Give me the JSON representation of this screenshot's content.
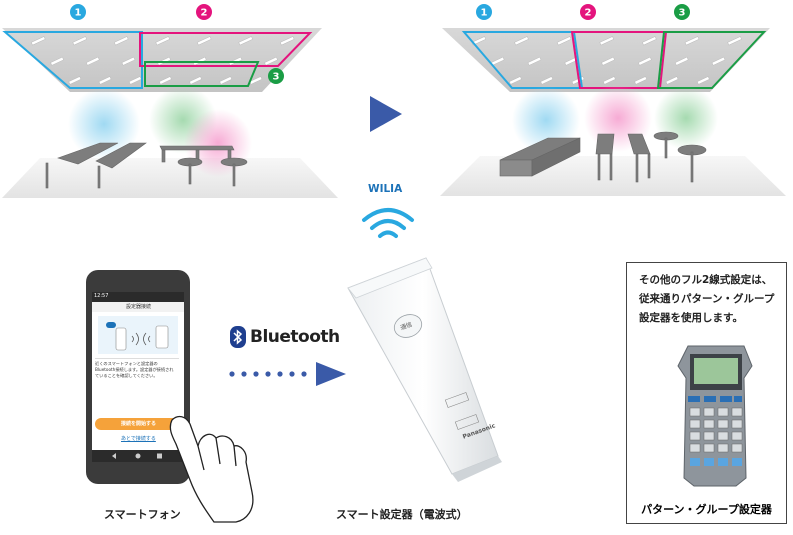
{
  "zones_left": [
    "1",
    "2",
    "3"
  ],
  "zones_right": [
    "1",
    "2",
    "3"
  ],
  "colors": {
    "zone1": "#29a8e0",
    "zone2": "#e4147d",
    "zone3": "#1a9d45",
    "arrow": "#3a5aa8",
    "wilia": "#1c72b8"
  },
  "wireless_label": "WILIA",
  "bluetooth_label": "Bluetooth",
  "captions": {
    "smartphone": "スマートフォン",
    "smart_setter": "スマート設定器（電波式）",
    "pattern_setter": "パターン・グループ設定器"
  },
  "note_lines": [
    "その他のフル2線式設定は、",
    "従来通りパターン・グループ",
    "設定器を使用します。"
  ],
  "phone_screen": {
    "time": "12:57",
    "header": "設定器接続",
    "body_text": "近くのスマートフォンと設定器のBluetooth接続します。設定器が接続されていることを確認してください。",
    "connect_button": "接続を開始する",
    "cancel_link": "あとで接続する"
  },
  "device": {
    "button_label": "通信",
    "brand": "Panasonic"
  }
}
